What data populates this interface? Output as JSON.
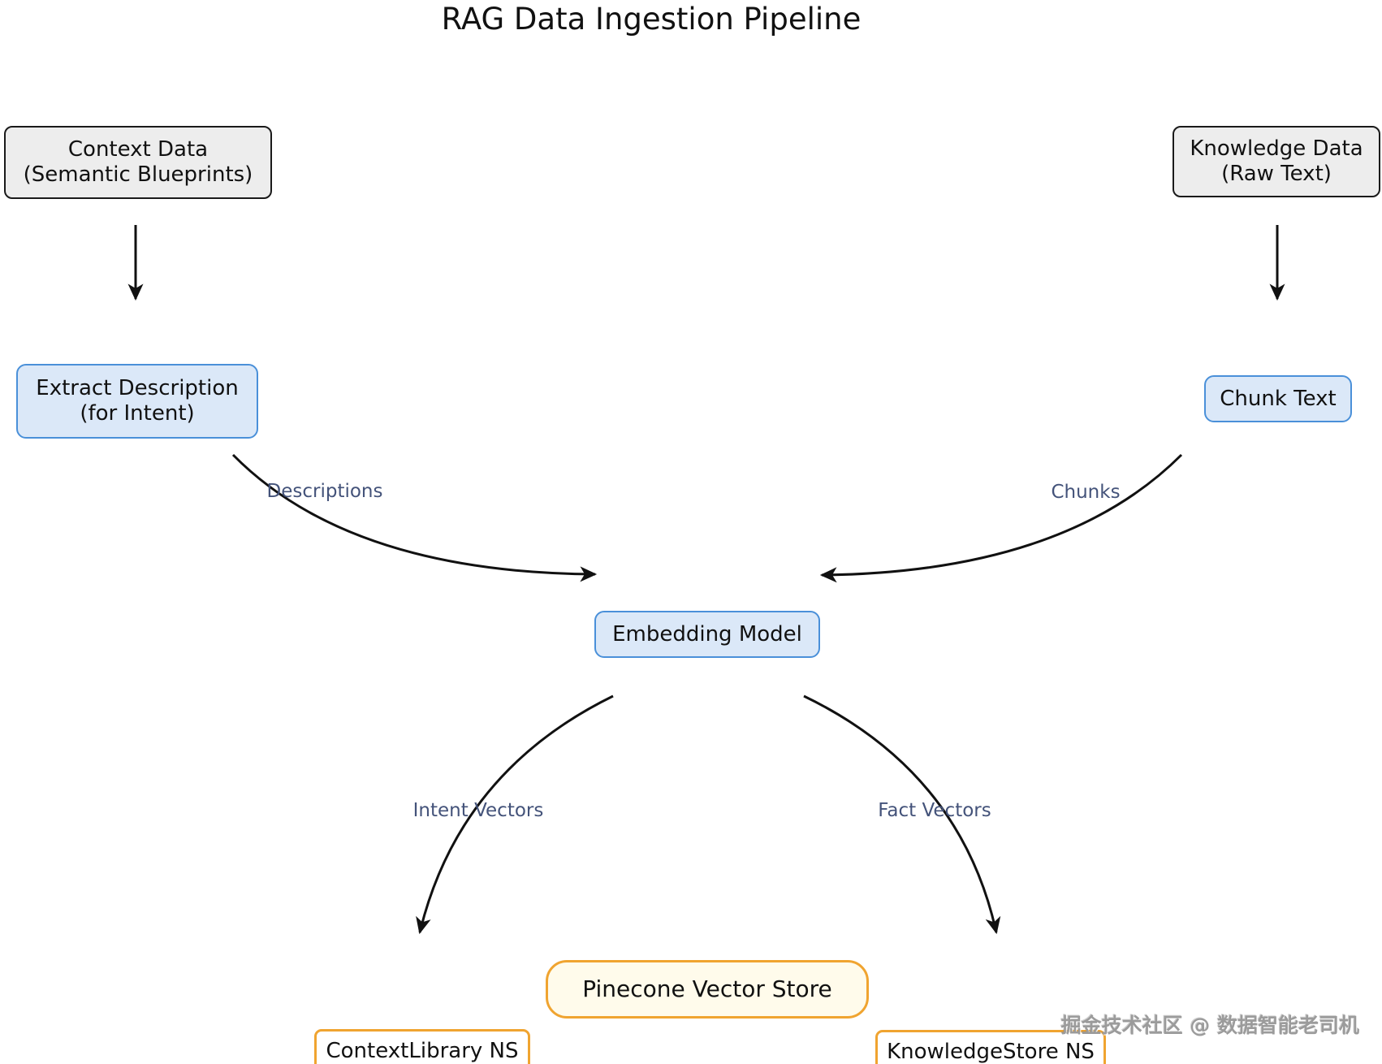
{
  "title": "RAG Data Ingestion Pipeline",
  "diagram": {
    "nodes": {
      "context_data": {
        "line1": "Context Data",
        "line2": "(Semantic Blueprints)"
      },
      "knowledge_data": {
        "line1": "Knowledge Data",
        "line2": "(Raw Text)"
      },
      "extract_description": {
        "line1": "Extract Description",
        "line2": "(for Intent)"
      },
      "chunk_text": {
        "label": "Chunk Text"
      },
      "embedding_model": {
        "label": "Embedding Model"
      },
      "pinecone_vector_store": {
        "label": "Pinecone Vector Store"
      },
      "context_library_ns": {
        "label": "ContextLibrary NS"
      },
      "knowledge_store_ns": {
        "label": "KnowledgeStore NS"
      }
    },
    "edge_labels": {
      "descriptions": "Descriptions",
      "chunks": "Chunks",
      "intent_vectors": "Intent Vectors",
      "fact_vectors": "Fact Vectors"
    },
    "colors": {
      "node_gray_fill": "#ededed",
      "node_gray_border": "#1a1a1a",
      "node_blue_fill": "#dbe8f8",
      "node_blue_border": "#4a90d9",
      "node_orange_border": "#f0a430",
      "node_cream_fill": "#fffbeb",
      "edge_label_color": "#44537a",
      "arrow_color": "#111111",
      "watermark_color": "#9b9b9b",
      "title_color": "#111111"
    }
  },
  "watermark": "掘金技术社区 @ 数据智能老司机"
}
